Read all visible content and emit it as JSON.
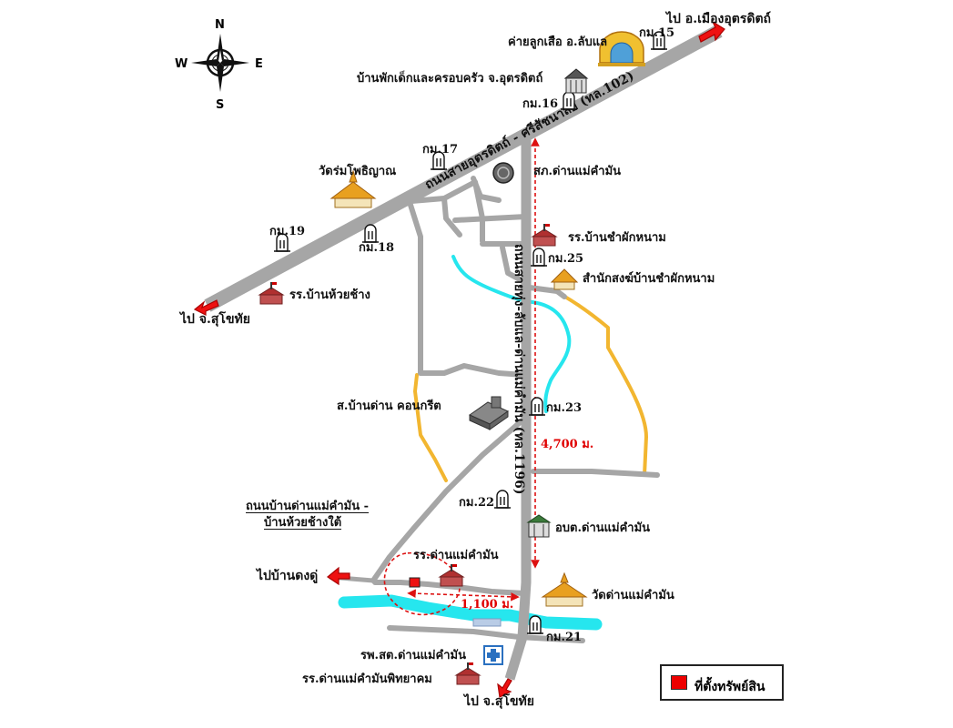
{
  "compass": {
    "north": "N",
    "south": "S",
    "east": "E",
    "west": "W"
  },
  "roads": {
    "highway_102": "ถนนสายอุตรดิตถ์ - ศรีสัชนาลัย (ทล.102)",
    "highway_1196": "ถนนสายทุ่ง-ลับแล-ด่านแม่คำมัน (ทล.1196)",
    "local_road_line1": "ถนนบ้านด่านแม่คำมัน -",
    "local_road_line2": "บ้านห้วยช้างใต้"
  },
  "directions": {
    "to_mueang_uttaradit": "ไป อ.เมืองอุตรดิตถ์",
    "to_sukhothai_west": "ไป จ.สุโขทัย",
    "to_ban_dong_du": "ไปบ้านดงดู่",
    "to_sukhothai_south": "ไป จ.สุโขทัย"
  },
  "km_markers": {
    "km15": "กม.15",
    "km16": "กม.16",
    "km17": "กม.17",
    "km18": "กม.18",
    "km19": "กม.19",
    "km21": "กม.21",
    "km22": "กม.22",
    "km23": "กม.23",
    "km25": "กม.25"
  },
  "places": {
    "scout_camp": "ค่ายลูกเสือ อ.ลับแล",
    "childrens_home": "บ้านพักเด็กและครอบครัว จ.อุตรดิตถ์",
    "wat_rom_pho": "วัดร่มโพธิญาณ",
    "police_station": "สภ.ด่านแม่คำมัน",
    "school_ban_cha": "รร.บ้านชำผักหนาม",
    "monastery_ban_cha": "สำนักสงฆ์บ้านชำผักหนาม",
    "school_huai_chang": "รร.บ้านห้วยช้าง",
    "concrete_shop": "ส.บ้านด่าน คอนกรีต",
    "tambon_office": "อบต.ด่านแม่คำมัน",
    "school_dan_mae_kham_man": "รร.ด่านแม่คำมัน",
    "wat_dan_mae_kham_man": "วัดด่านแม่คำมัน",
    "health_hospital": "รพ.สต.ด่านแม่คำมัน",
    "school_phitthayakhom": "รร.ด่านแม่คำมันพิทยาคม"
  },
  "distances": {
    "north_south": "4,700 ม.",
    "east_west": "1,100 ม."
  },
  "legend": {
    "property_label": "ที่ตั้งทรัพย์สิน"
  },
  "colors": {
    "road": "#a6a6a6",
    "river": "#26e6ee",
    "yellow_road": "#f2b630",
    "arrow": "#dd1111",
    "distance": "#dd1111"
  }
}
